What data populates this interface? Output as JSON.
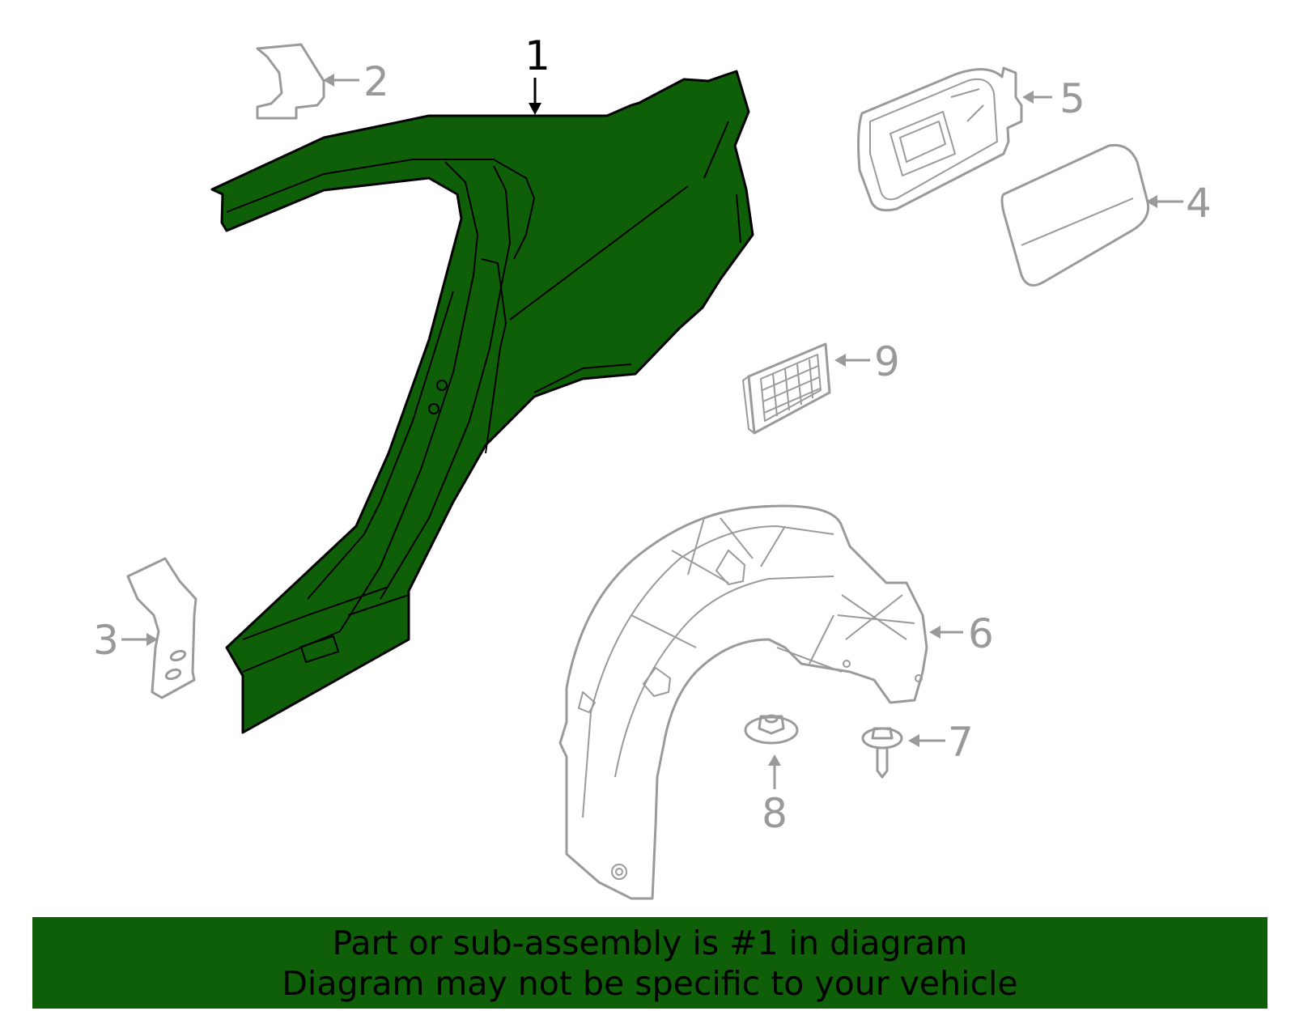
{
  "callouts": [
    {
      "number": "1",
      "highlighted": true
    },
    {
      "number": "2",
      "highlighted": false
    },
    {
      "number": "3",
      "highlighted": false
    },
    {
      "number": "4",
      "highlighted": false
    },
    {
      "number": "5",
      "highlighted": false
    },
    {
      "number": "6",
      "highlighted": false
    },
    {
      "number": "7",
      "highlighted": false
    },
    {
      "number": "8",
      "highlighted": false
    },
    {
      "number": "9",
      "highlighted": false
    }
  ],
  "banner": {
    "line1": "Part or sub-assembly is #1 in diagram",
    "line2": "Diagram may not be specific to your vehicle",
    "background_color": "#0f5e08"
  },
  "colors": {
    "highlight_part_fill": "#0f5e08",
    "highlight_part_stroke": "#000000",
    "other_parts_stroke": "#9a9a9a"
  }
}
